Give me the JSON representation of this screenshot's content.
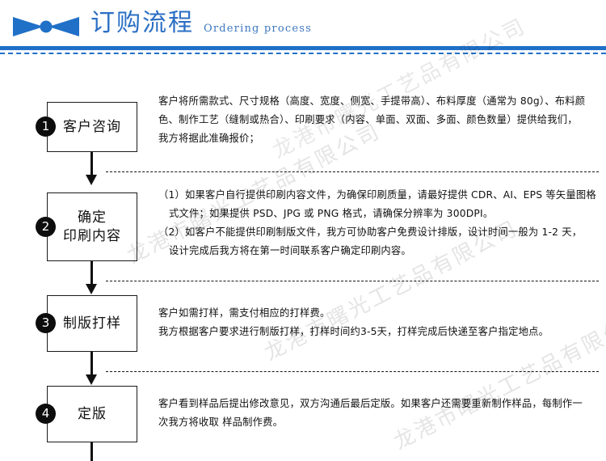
{
  "header": {
    "icon_name": "bowtie-arrows-icon",
    "title_cn": "订购流程",
    "title_en": "Ordering process",
    "accent_color": "#2070c8",
    "title_color": "#2a6fc4"
  },
  "watermark": {
    "text": "龙港市曙光工艺品有限公司",
    "color": "#000000"
  },
  "flow": {
    "steps": [
      {
        "number": "1",
        "box_label": "客户咨询",
        "lines": [
          "客户将所需款式、尺寸规格（高度、宽度、侧宽、手提带高）、布料厚度（通常为 80g）、布料颜",
          "色、制作工艺（缝制或热合）、印刷要求（内容、单面、双面、多面、颜色数量）提供给我们，",
          "我方将据此准确报价；"
        ]
      },
      {
        "number": "2",
        "box_label": "确定\n印刷内容",
        "lines": [
          "（1）如果客户自行提供印刷内容文件，为确保印刷质量，请最好提供 CDR、AI、EPS 等矢量图格",
          "式文件；如果提供 PSD、JPG 或 PNG 格式，请确保分辨率为 300DPI。",
          "（2）如客户不能提供印刷制版文件，我方可协助客户免费设计排版，设计时间一般为 1-2 天，",
          "设计完成后我方将在第一时间联系客户确定印刷内容。"
        ]
      },
      {
        "number": "3",
        "box_label": "制版打样",
        "lines": [
          "客户如需打样，需支付相应的打样费。",
          "我方根据客户要求进行制版打样，打样时间约3-5天，打样完成后快递至客户指定地点。"
        ]
      },
      {
        "number": "4",
        "box_label": "定版",
        "lines": [
          "客户看到样品后提出修改意见，双方沟通后最后定版。如果客户还需要重新制作样品，每制作一",
          "次我方将收取 样品制作费。"
        ]
      }
    ]
  }
}
